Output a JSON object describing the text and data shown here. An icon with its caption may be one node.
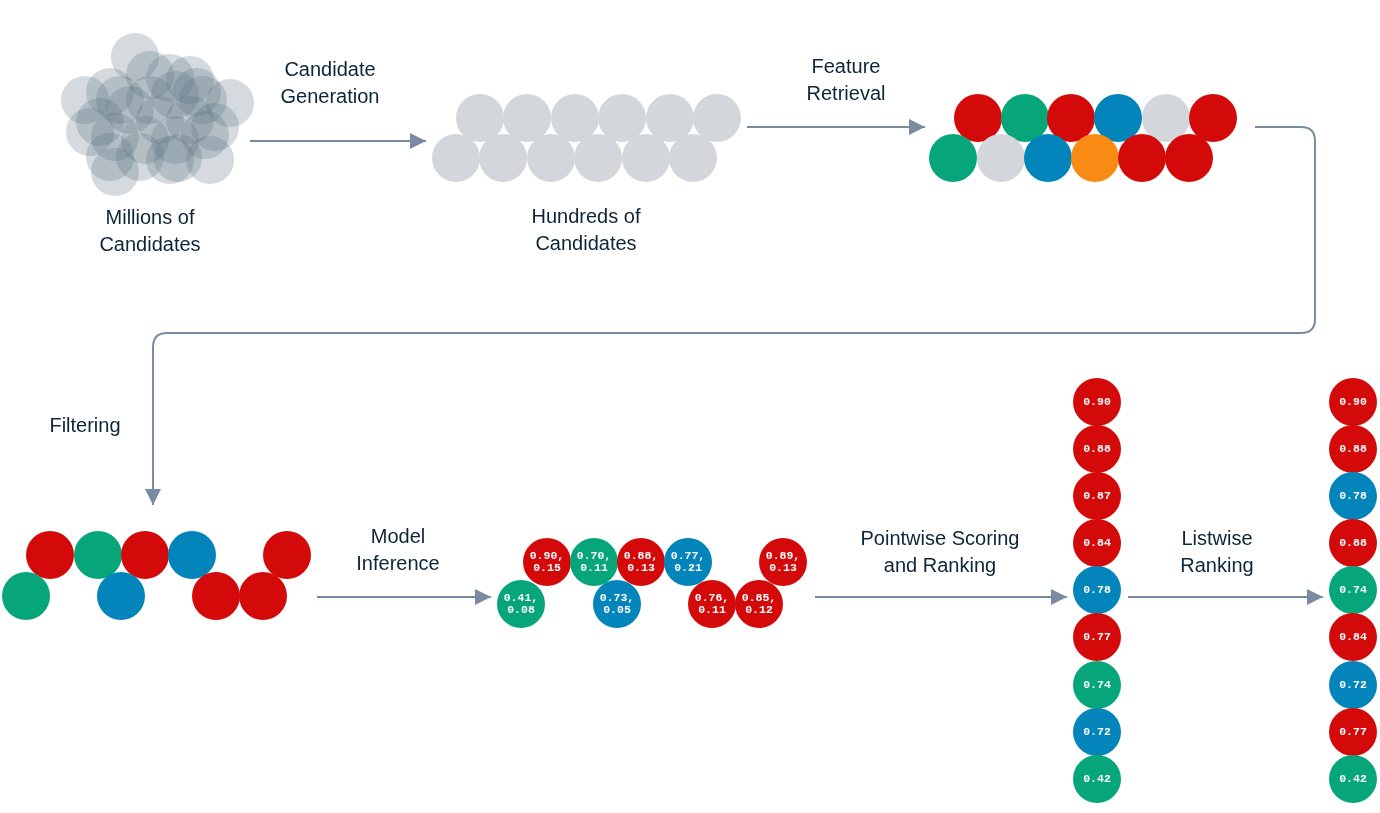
{
  "diagram": {
    "nodes": [
      {
        "text": [
          "Millions of Candidates"
        ]
      },
      {
        "text": [
          "Hundreds of Candidates"
        ]
      },
      {
        "text": [],
        "shape": "picture"
      },
      {
        "text": [],
        "shape": "picture"
      },
      {
        "text": [],
        "shape": "picture"
      },
      {
        "text": [
          "0.90, 0.15"
        ],
        "in": 4
      },
      {
        "text": [
          "0.70, 0.11"
        ],
        "in": 4
      },
      {
        "text": [
          "0.88, 0.13"
        ],
        "in": 4
      },
      {
        "text": [
          "0.77, 0.21"
        ],
        "in": 4
      },
      {
        "text": [
          "0.89, 0.13"
        ],
        "in": 4
      },
      {
        "text": [
          "0.41, 0.08"
        ],
        "in": 4
      },
      {
        "text": [
          "0.73, 0.05"
        ],
        "in": 4
      },
      {
        "text": [
          "0.76, 0.11"
        ],
        "in": 4
      },
      {
        "text": [
          "0.85, 0.12"
        ],
        "in": 4
      },
      {
        "text": [],
        "shape": "picture"
      },
      {
        "text": [
          "0.90"
        ],
        "in": 14
      },
      {
        "text": [
          "0.88"
        ],
        "in": 14
      },
      {
        "text": [
          "0.87"
        ],
        "in": 14
      },
      {
        "text": [
          "0.84"
        ],
        "in": 14
      },
      {
        "text": [
          "0.78"
        ],
        "in": 14
      },
      {
        "text": [
          "0.77"
        ],
        "in": 14
      },
      {
        "text": [
          "0.74"
        ],
        "in": 14
      },
      {
        "text": [
          "0.72"
        ],
        "in": 14
      },
      {
        "text": [
          "0.42"
        ],
        "in": 14
      },
      {
        "text": [],
        "shape": "picture"
      },
      {
        "text": [
          "0.90"
        ],
        "in": 24
      },
      {
        "text": [
          "0.88"
        ],
        "in": 24
      },
      {
        "text": [
          "0.78"
        ],
        "in": 24
      },
      {
        "text": [
          "0.88"
        ],
        "in": 24
      },
      {
        "text": [
          "0.74"
        ],
        "in": 24
      },
      {
        "text": [
          "0.84"
        ],
        "in": 24
      },
      {
        "text": [
          "0.72"
        ],
        "in": 24
      },
      {
        "text": [
          "0.77"
        ],
        "in": 24
      },
      {
        "text": [
          "0.42"
        ],
        "in": 24
      }
    ],
    "edges": [
      {
        "from": 0,
        "to": 1,
        "arrow": "to",
        "label": "Candidate Generation"
      },
      {
        "from": 1,
        "to": 2,
        "arrow": "to",
        "label": "Feature Retrieval"
      },
      {
        "from": 2,
        "to": 3,
        "arrow": "to",
        "label": "Filtering"
      },
      {
        "from": 3,
        "to": 4,
        "arrow": "to",
        "label": "Model Inference"
      },
      {
        "from": 4,
        "to": 14,
        "arrow": "to",
        "label": "Pointwise Scoring and Ranking"
      },
      {
        "from": 14,
        "to": 24,
        "arrow": "to",
        "label": "Listwise Ranking"
      }
    ]
  }
}
